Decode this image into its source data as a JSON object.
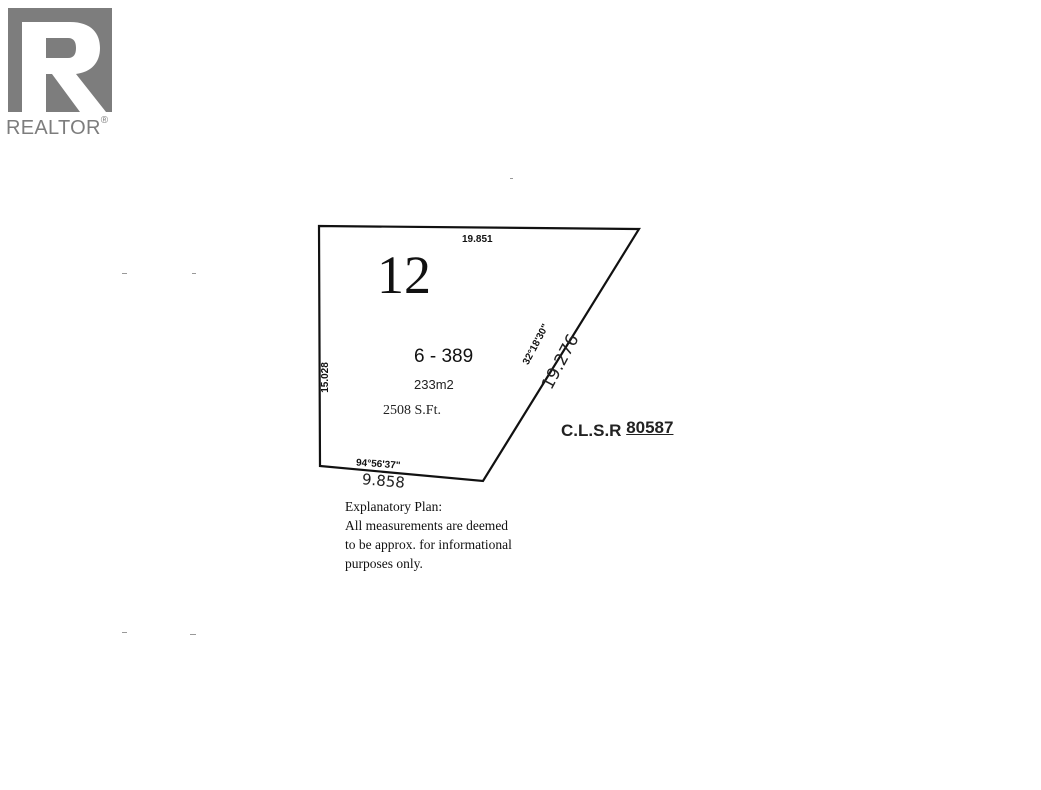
{
  "logo": {
    "text": "REALTOR",
    "mark_letter": "R",
    "registered": "®",
    "color": "#7d7d7d"
  },
  "plan": {
    "lot_number": "12",
    "parcel_id": "6 - 389",
    "area_metric": "233m2",
    "area_imperial": "2508 S.Ft.",
    "dimensions": {
      "top": "19.851",
      "left": "15.028",
      "bottom_bearing": "94°56'37\"",
      "bottom_length": "9.858",
      "right_bearing": "32°18'30\"",
      "right_length": "19.276"
    },
    "survey": {
      "label": "C.L.S.R",
      "number": "80587"
    },
    "note": {
      "line1": "Explanatory Plan:",
      "line2": "All measurements are deemed",
      "line3": "to be approx. for informational",
      "line4": "purposes only."
    },
    "line_color": "#111111"
  }
}
